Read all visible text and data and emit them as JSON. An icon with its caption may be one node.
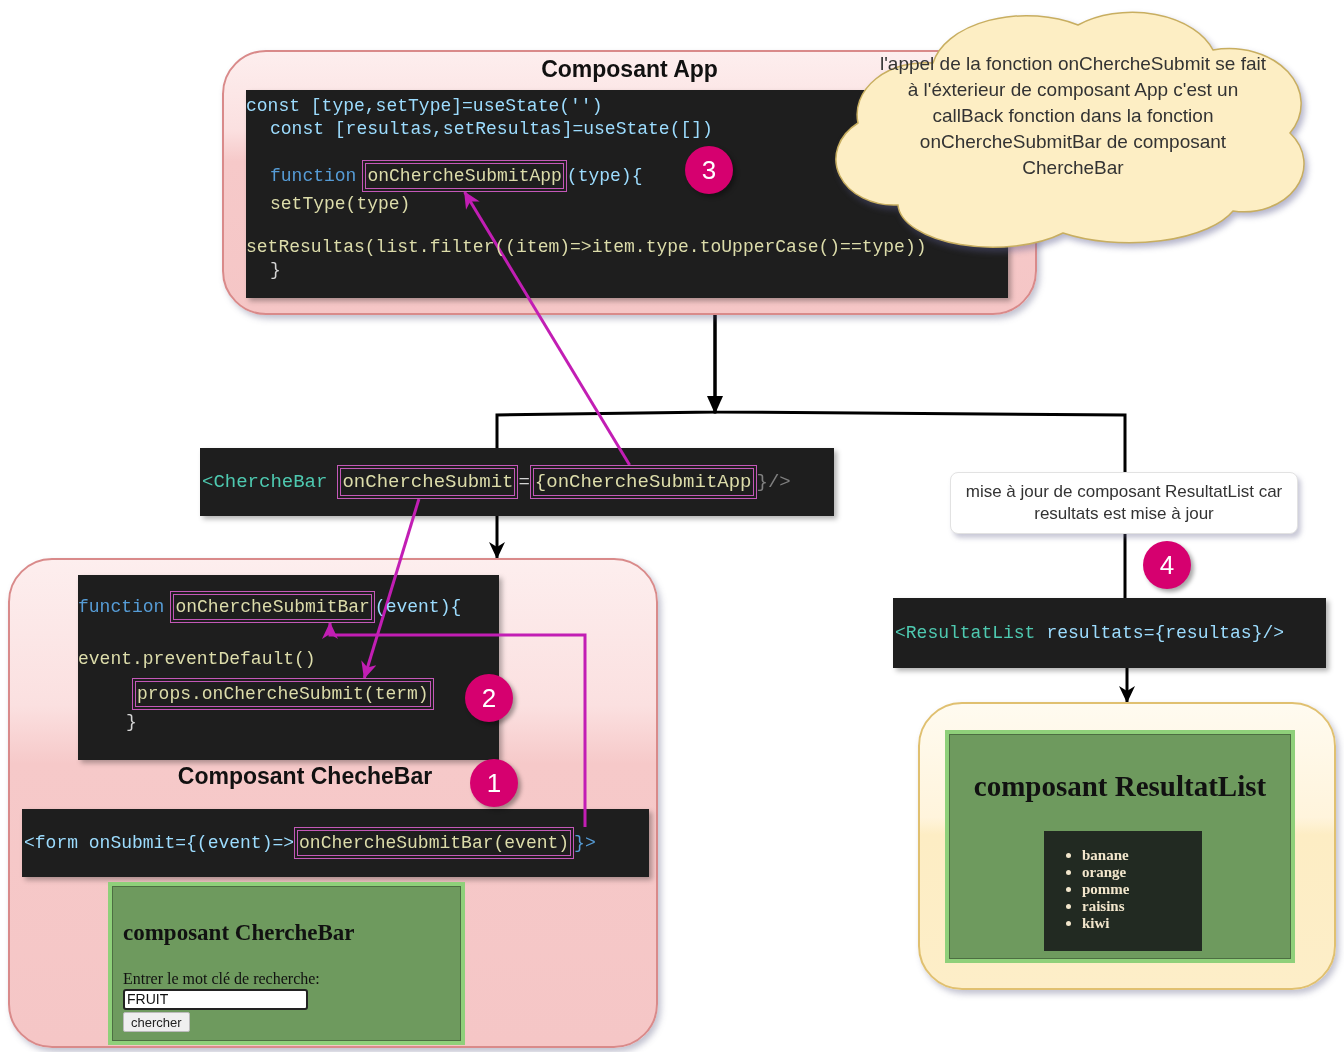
{
  "diagram": {
    "nodes": [
      {
        "text": [
          "Composant App"
        ]
      },
      {
        "text": [
          "const [type,setType]=useState('')",
          "const [resultas,setResultas]=useState([])",
          "function",
          "(type){",
          "setType(type)",
          "setResultas(list.filter((item)=>item.type.toUpperCase()==type))",
          "}"
        ],
        "in": 0
      },
      {
        "text": [
          "onChercheSubmitApp"
        ],
        "in": 1
      },
      {
        "text": [
          "l'appel de la fonction onChercheSubmit se fait à l'éxterieur de composant App c'est un callBack fonction dans la fonction onChercheSubmitBar de composant ChercheBar"
        ]
      },
      {
        "text": [
          "<ChercheBar",
          "=",
          "}/>"
        ]
      },
      {
        "text": [
          "onChercheSubmit"
        ],
        "in": 4
      },
      {
        "text": [
          "{onChercheSubmitApp"
        ],
        "in": 4
      },
      {
        "text": [
          "Composant ChecheBar"
        ]
      },
      {
        "text": [
          "function",
          "(event){",
          "event.preventDefault()",
          "}"
        ],
        "in": 7
      },
      {
        "text": [
          "onChercheSubmitBar"
        ],
        "in": 8
      },
      {
        "text": [
          "props.onChercheSubmit(term)"
        ],
        "in": 8
      },
      {
        "text": [
          "<form onSubmit={(event)=>",
          "}>"
        ],
        "in": 7
      },
      {
        "text": [
          "onChercheSubmitBar(event)"
        ],
        "in": 11
      },
      {
        "text": [
          "composant ChercheBar",
          "Entrer le mot clé de recherche:",
          "FRUIT",
          "chercher"
        ],
        "in": 7
      },
      {
        "text": [
          "mise à jour de composant ResultatList car resultats est mise à jour"
        ]
      },
      {
        "text": [
          "<ResultatList",
          "resultats={resultas}/>"
        ]
      },
      {
        "text": [],
        "shape": "box"
      },
      {
        "text": [
          "composant ResultatList"
        ],
        "in": 16
      },
      {
        "text": [
          "banane",
          "orange",
          "pomme",
          "raisins",
          "kiwi"
        ],
        "in": 17
      }
    ],
    "edges": [
      {
        "from": 0,
        "to": 4,
        "arrow": "to"
      },
      {
        "from": 0,
        "to": 14,
        "arrow": "none"
      },
      {
        "from": 6,
        "to": 2,
        "arrow": "to",
        "color": "#c21eb4"
      },
      {
        "from": 4,
        "to": 7,
        "arrow": "to"
      },
      {
        "from": 5,
        "to": 10,
        "arrow": "to",
        "color": "#c21eb4"
      },
      {
        "from": 12,
        "to": 9,
        "arrow": "to",
        "color": "#c21eb4"
      },
      {
        "from": 14,
        "to": 15,
        "arrow": "none"
      },
      {
        "from": 15,
        "to": 16,
        "arrow": "to"
      }
    ],
    "labels": [
      "3",
      "4",
      "2",
      "1"
    ]
  }
}
